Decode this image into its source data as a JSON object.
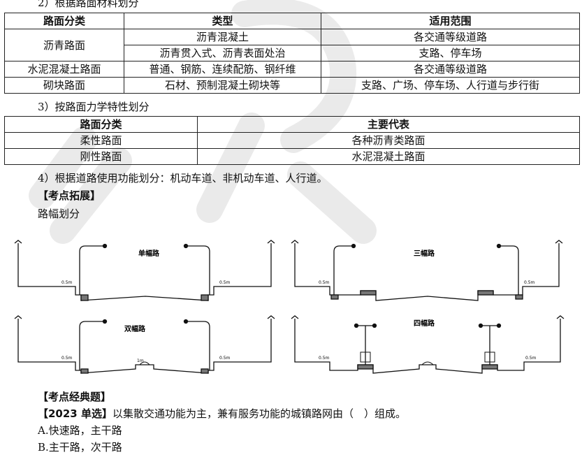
{
  "sec2": {
    "heading": "2）根据路面材料划分"
  },
  "table1": {
    "headers": [
      "路面分类",
      "类型",
      "适用范围"
    ],
    "asphalt": {
      "category": "沥青路面",
      "row1": {
        "type": "沥青混凝土",
        "scope": "各交通等级道路"
      },
      "row2": {
        "type": "沥青贯入式、沥青表面处治",
        "scope": "支路、停车场"
      }
    },
    "cement": {
      "category": "水泥混凝土路面",
      "type": "普通、钢筋、连续配筋、钢纤维",
      "scope": "各交通等级道路"
    },
    "block": {
      "category": "砌块路面",
      "type": "石材、预制混凝土砌块等",
      "scope": "支路、广场、停车场、人行道与步行街"
    }
  },
  "sec3": {
    "heading": "3）按路面力学特性划分"
  },
  "table2": {
    "headers": [
      "路面分类",
      "主要代表"
    ],
    "rows": [
      {
        "category": "柔性路面",
        "rep": "各种沥青类路面"
      },
      {
        "category": "刚性路面",
        "rep": "水泥混凝土路面"
      }
    ]
  },
  "sec4": {
    "text": "4）根据道路使用功能划分：机动车道、非机动车道、人行道。"
  },
  "ext": {
    "heading": "【考点拓展】",
    "sub": "路幅划分"
  },
  "figures": {
    "single": "单幅路",
    "triple": "三幅路",
    "double": "双幅路",
    "quad": "四幅路",
    "dim_side": "0.5m",
    "dim_mid": "1m"
  },
  "classic": {
    "heading": "【考点经典题】",
    "question_tag": "【2023 单选】",
    "question_text": "以集散交通功能为主，兼有服务功能的城镇路网由（　）组成。",
    "options": [
      "A.快速路，主干路",
      "B.主干路，次干路"
    ]
  }
}
